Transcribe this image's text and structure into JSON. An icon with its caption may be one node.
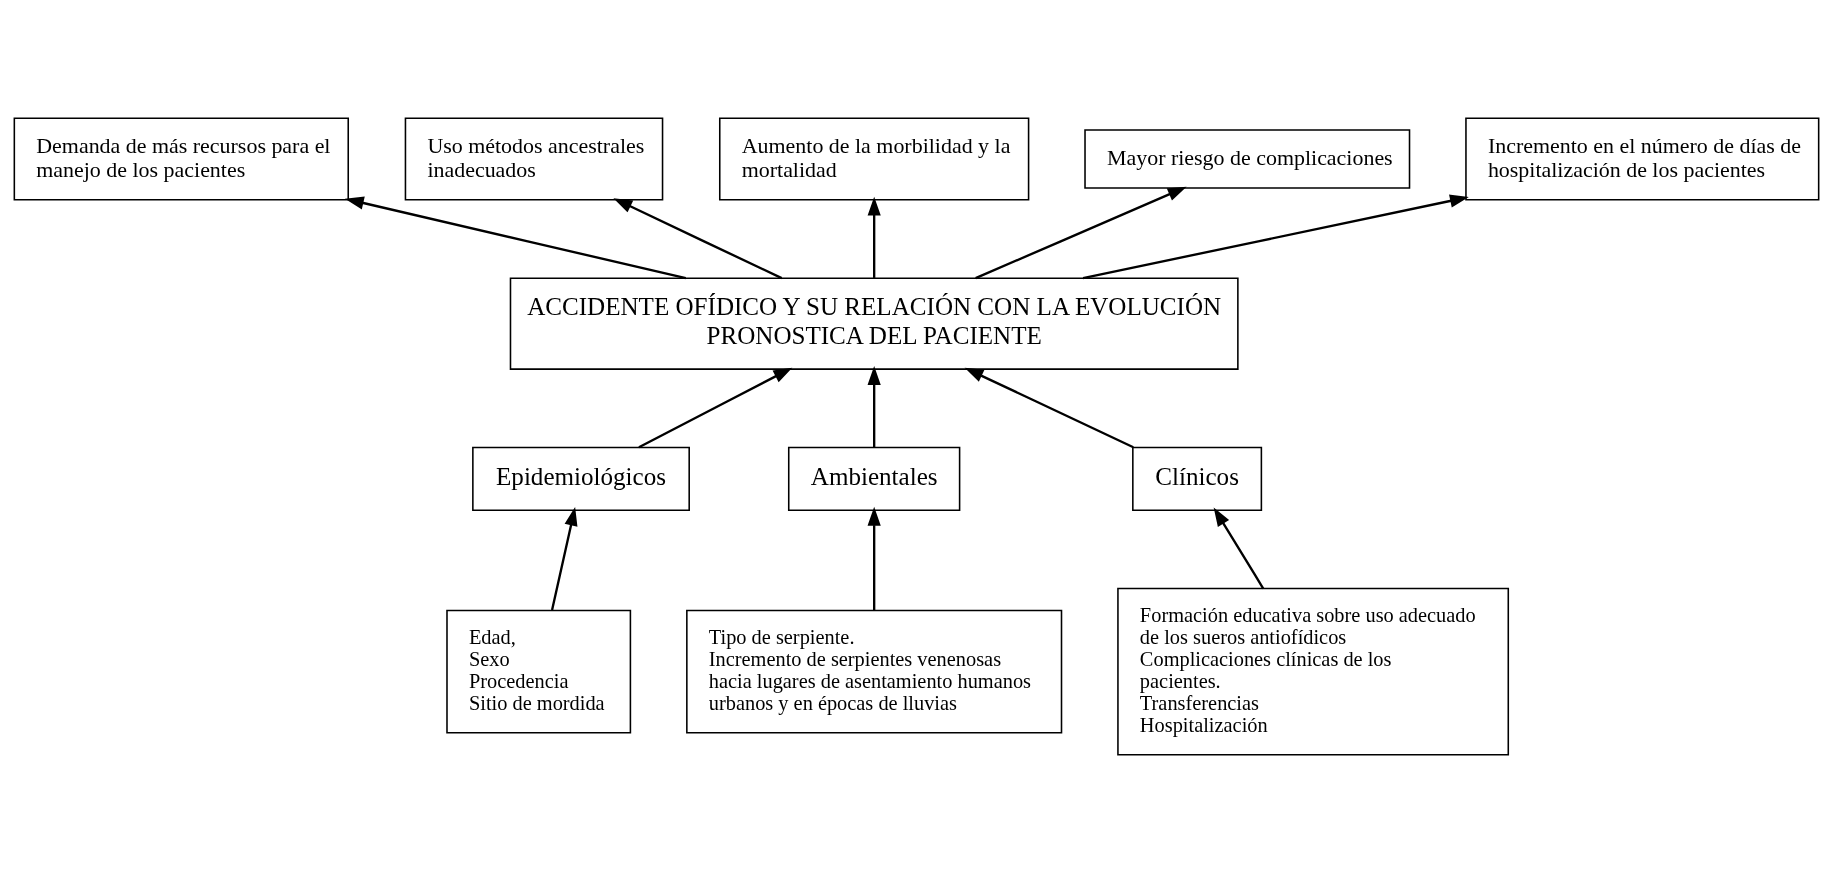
{
  "diagram": {
    "nodes": [
      {
        "text": [
          "Demanda de más recursos para el manejo de los pacientes"
        ]
      },
      {
        "text": [
          "Uso métodos ancestrales inadecuados"
        ]
      },
      {
        "text": [
          "Aumento de la morbilidad y la mortalidad"
        ]
      },
      {
        "text": [
          "Mayor riesgo de complicaciones"
        ]
      },
      {
        "text": [
          "Incremento en el número de días de hospitalización de los pacientes"
        ]
      },
      {
        "text": [
          "ACCIDENTE OFÍDICO Y SU RELACIÓN CON LA EVOLUCIÓN PRONOSTICA DEL PACIENTE"
        ]
      },
      {
        "text": [
          "Epidemiológicos"
        ]
      },
      {
        "text": [
          "Ambientales"
        ]
      },
      {
        "text": [
          "Clínicos"
        ]
      },
      {
        "text": [
          "Edad,",
          "Sexo",
          "Procedencia",
          "Sitio de mordida"
        ]
      },
      {
        "text": [
          "Tipo de serpiente.",
          "Incremento de serpientes venenosas hacia lugares de asentamiento humanos urbanos y en épocas de lluvias"
        ]
      },
      {
        "text": [
          "Formación educativa sobre uso adecuado de los sueros antiofídicos",
          "Complicaciones clínicas de los pacientes.",
          "Transferencias",
          "Hospitalización"
        ]
      }
    ],
    "edges": [
      {
        "from": 5,
        "to": 0,
        "arrow": "to"
      },
      {
        "from": 5,
        "to": 1,
        "arrow": "to"
      },
      {
        "from": 5,
        "to": 2,
        "arrow": "to"
      },
      {
        "from": 5,
        "to": 3,
        "arrow": "to"
      },
      {
        "from": 5,
        "to": 4,
        "arrow": "to"
      },
      {
        "from": 6,
        "to": 5,
        "arrow": "to"
      },
      {
        "from": 7,
        "to": 5,
        "arrow": "to"
      },
      {
        "from": 8,
        "to": 5,
        "arrow": "to"
      },
      {
        "from": 9,
        "to": 6,
        "arrow": "to"
      },
      {
        "from": 10,
        "to": 7,
        "arrow": "to"
      },
      {
        "from": 11,
        "to": 8,
        "arrow": "to"
      }
    ]
  }
}
